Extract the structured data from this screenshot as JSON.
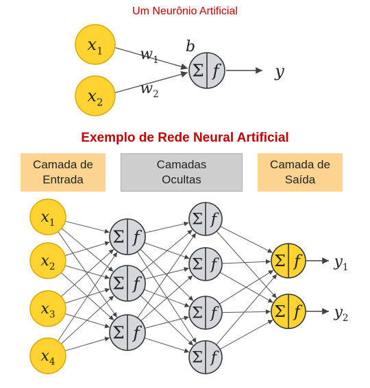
{
  "single_neuron": {
    "title": "Um Neurônio Artificial",
    "inputs": [
      {
        "base": "x",
        "sub": "1"
      },
      {
        "base": "x",
        "sub": "2"
      }
    ],
    "weights": [
      {
        "base": "w",
        "sub": "1"
      },
      {
        "base": "w",
        "sub": "2"
      }
    ],
    "bias": "b",
    "sum_symbol": "Σ",
    "activation": "f",
    "output": "y"
  },
  "network": {
    "title": "Exemplo de Rede Neural Artificial",
    "layers": {
      "input": "Camada de\nEntrada",
      "hidden": "Camadas\nOcultas",
      "output": "Camada de\nSaída"
    },
    "inputs": [
      {
        "base": "x",
        "sub": "1"
      },
      {
        "base": "x",
        "sub": "2"
      },
      {
        "base": "x",
        "sub": "3"
      },
      {
        "base": "x",
        "sub": "4"
      }
    ],
    "hidden_layer_sizes": [
      3,
      4
    ],
    "outputs": [
      {
        "base": "y",
        "sub": "1"
      },
      {
        "base": "y",
        "sub": "2"
      }
    ]
  },
  "colors": {
    "title": "#c00000",
    "input_node": "#ffd430",
    "input_node_stroke": "#d9a400",
    "hidden_node": "#d4d8dc",
    "output_node": "#ffd430",
    "node_stroke": "#333333",
    "edge": "#555555",
    "layer_box_io": "#fcd38f",
    "layer_box_hidden": "#cfcfcf"
  }
}
